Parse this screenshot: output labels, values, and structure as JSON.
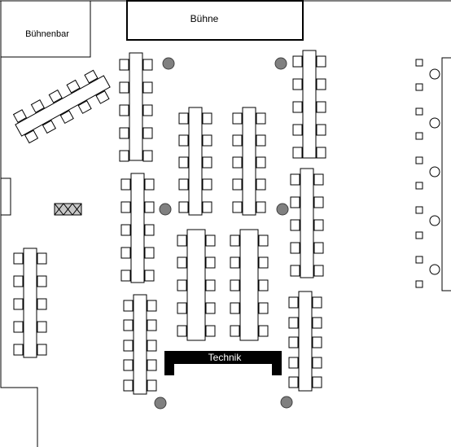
{
  "labels": {
    "stage": "Bühne",
    "stage_bar": "Bühnenbar",
    "technik": "Technik"
  },
  "colors": {
    "line": "#000000",
    "background": "#ffffff",
    "pillar": "#808080",
    "technik_fill": "#000000",
    "technik_text": "#ffffff",
    "hatch_fill": "#c8c8c8"
  }
}
